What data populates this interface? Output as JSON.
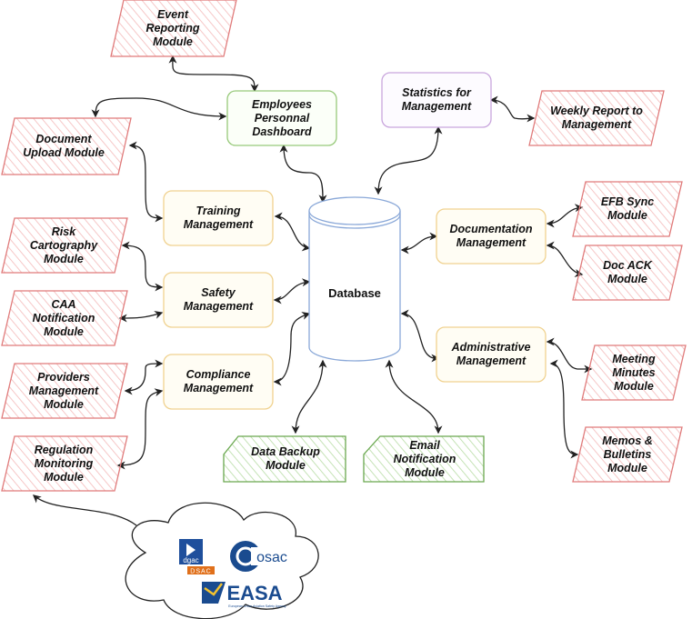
{
  "nodes": {
    "database": "Database",
    "employees_dashboard": "Employees\nPersonnal\nDashboard",
    "statistics": "Statistics for\nManagement",
    "training": "Training\nManagement",
    "safety": "Safety\nManagement",
    "compliance": "Compliance\nManagement",
    "documentation": "Documentation\nManagement",
    "administrative": "Administrative\nManagement",
    "event_reporting": "Event\nReporting\nModule",
    "document_upload": "Document\nUpload Module",
    "risk_cartography": "Risk\nCartography\nModule",
    "caa_notification": "CAA\nNotification\nModule",
    "providers_management": "Providers\nManagement\nModule",
    "regulation_monitoring": "Regulation\nMonitoring\nModule",
    "weekly_report": "Weekly Report to\nManagement",
    "efb_sync": "EFB Sync\nModule",
    "doc_ack": "Doc ACK\nModule",
    "meeting_minutes": "Meeting\nMinutes\nModule",
    "memos_bulletins": "Memos &\nBulletins\nModule",
    "data_backup": "Data Backup\nModule",
    "email_notification": "Email\nNotification\nModule"
  },
  "logos": {
    "dgac": "dgac",
    "dsac": "DSAC",
    "osac": "osac",
    "easa": "EASA",
    "easa_tagline": "European Union Aviation Safety Agency"
  },
  "colors": {
    "module_stroke": "#e07b7b",
    "module_hatch": "#f7c6c6",
    "management_stroke": "#f0d290",
    "management_fill": "#fffdf4",
    "dashboard_stroke": "#97c97a",
    "statistics_stroke": "#c9a6dd",
    "database_stroke": "#8aa8d8",
    "output_stroke": "#6aa84f",
    "output_hatch": "#b7dca4",
    "connector": "#222222",
    "dgac_blue": "#1f4f9c",
    "dsac_orange": "#e0701b",
    "easa_blue": "#1a4b8f",
    "easa_gold": "#f2c230"
  }
}
